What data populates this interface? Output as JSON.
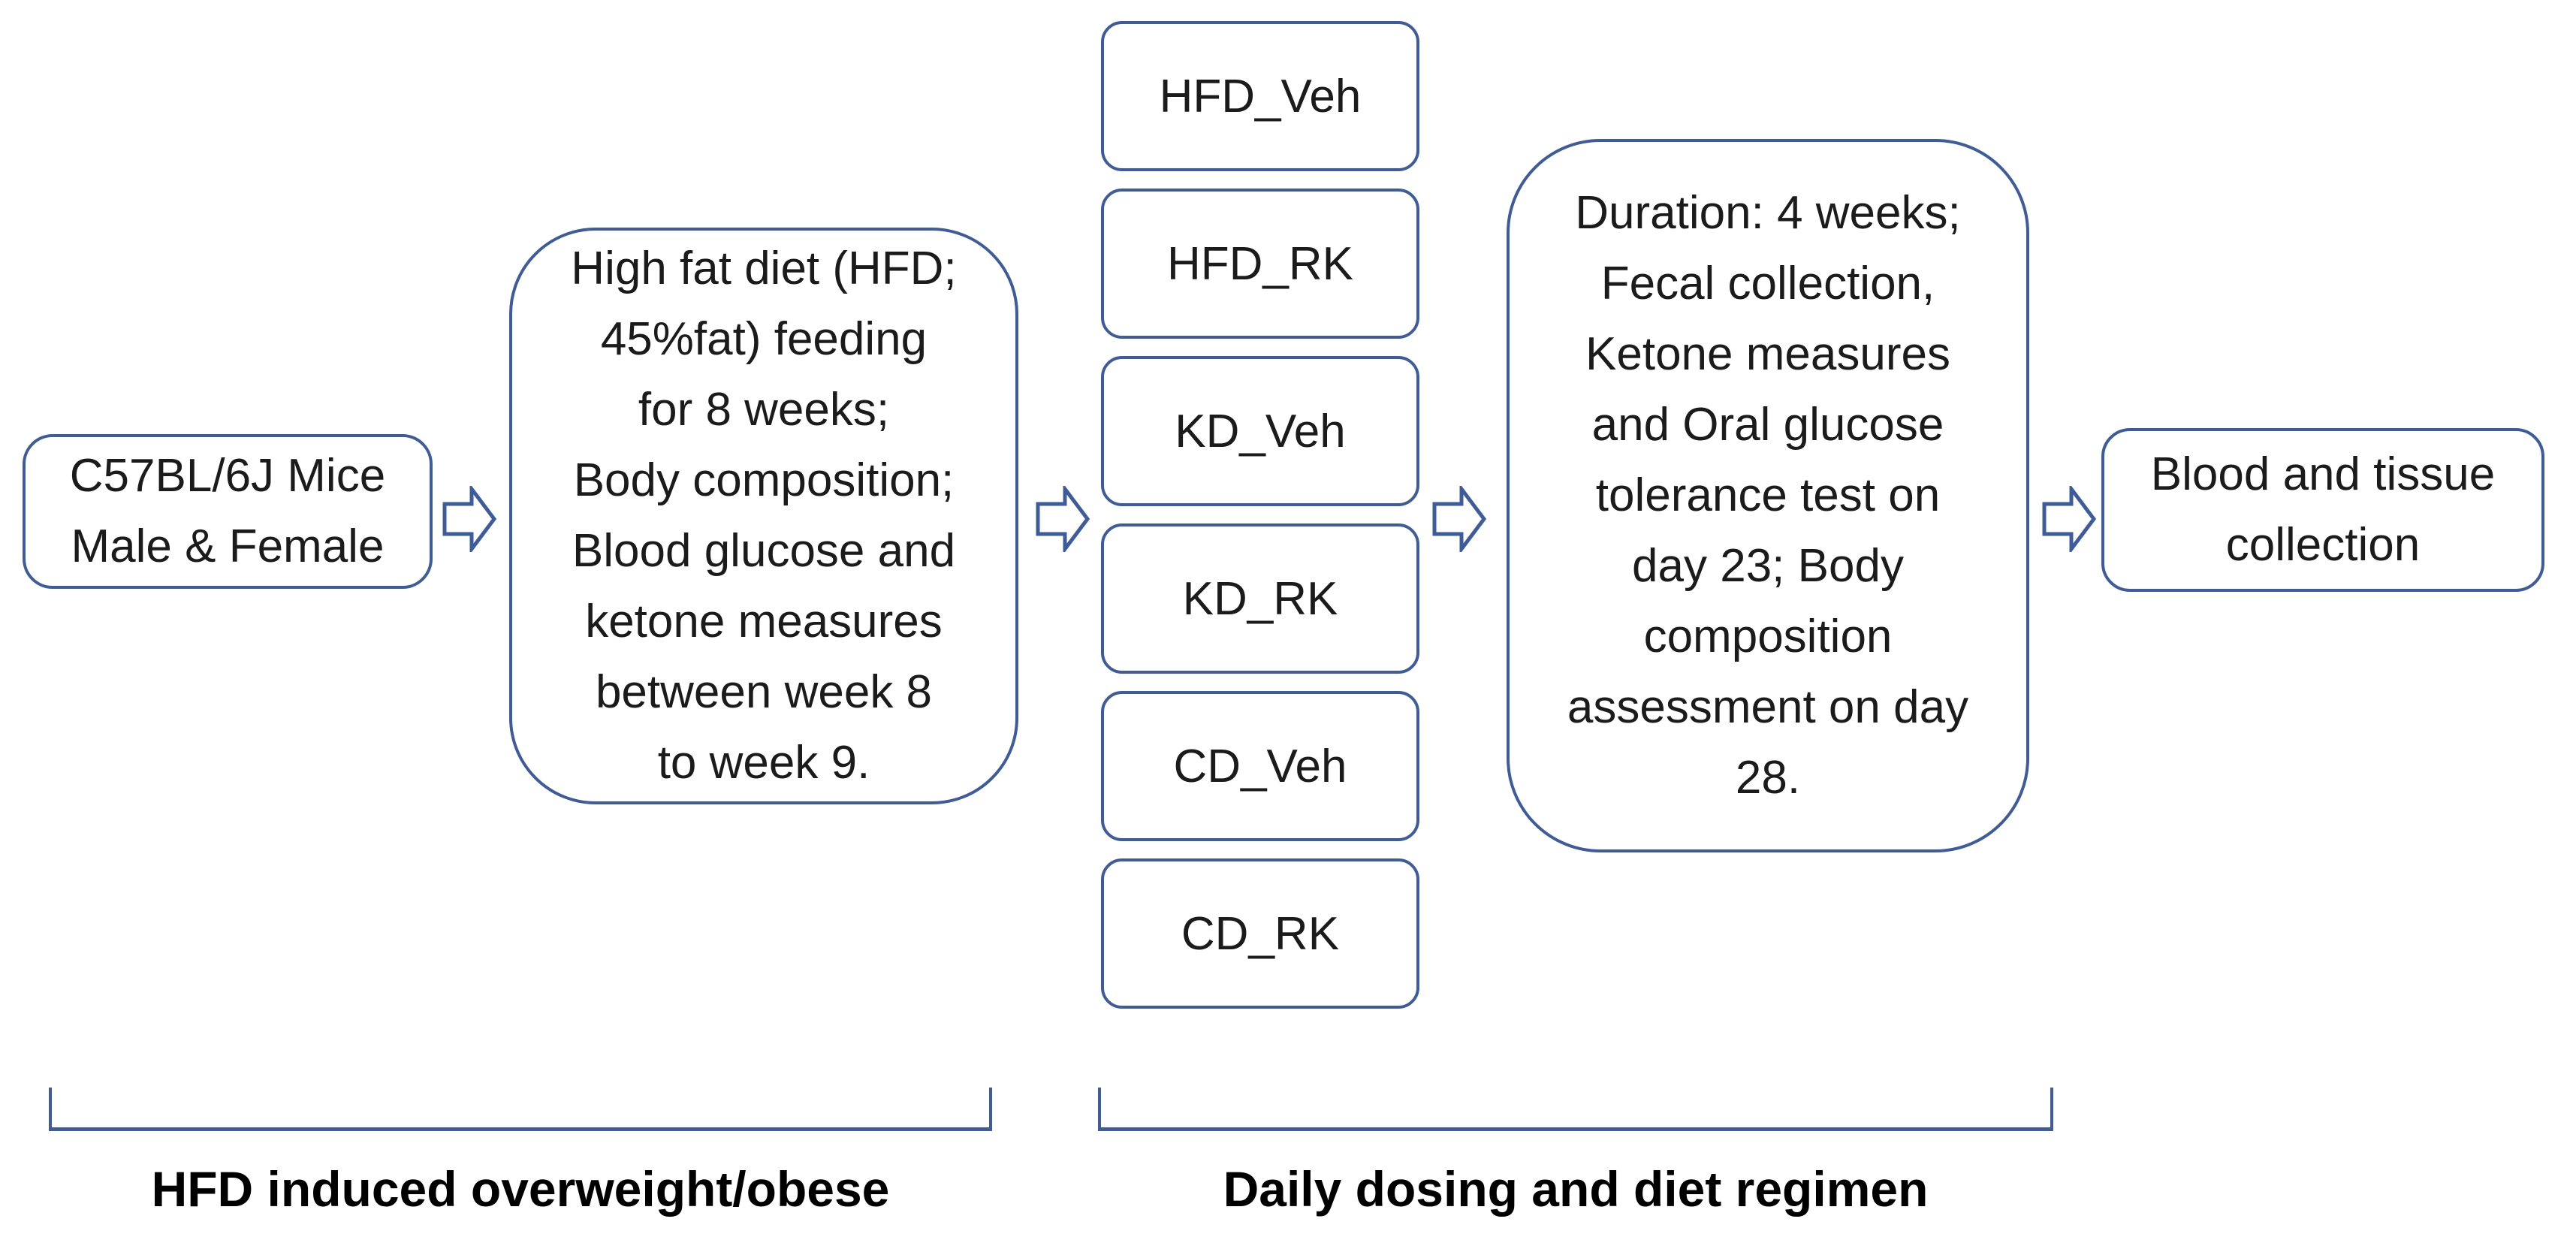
{
  "colors": {
    "accent": "#3E5C9B",
    "text": "#1B1B1B",
    "background": "#FFFFFF"
  },
  "flow": {
    "mice_box": {
      "lines": [
        "C57BL/6J Mice",
        "Male & Female"
      ]
    },
    "hfd_feeding_box": {
      "lines": [
        "High fat diet (HFD;",
        "45%fat) feeding",
        "for 8 weeks;",
        "Body composition;",
        "Blood glucose and",
        "ketone measures",
        "between week 8",
        "to week 9."
      ]
    },
    "treatment_groups": [
      "HFD_Veh",
      "HFD_RK",
      "KD_Veh",
      "KD_RK",
      "CD_Veh",
      "CD_RK"
    ],
    "dosing_box": {
      "lines": [
        "Duration: 4 weeks;",
        "Fecal collection,",
        "Ketone measures",
        "and Oral glucose",
        "tolerance test on",
        "day 23; Body",
        "composition",
        "assessment on day",
        "28."
      ]
    },
    "collection_box": {
      "lines": [
        "Blood and tissue",
        "collection"
      ]
    }
  },
  "phase_labels": {
    "phase1": "HFD induced overweight/obese",
    "phase2": "Daily dosing and diet regimen"
  }
}
